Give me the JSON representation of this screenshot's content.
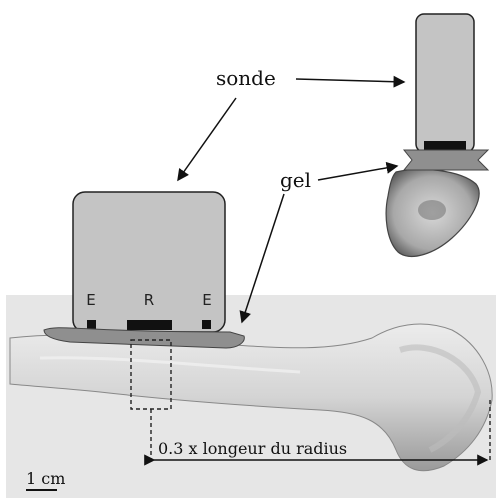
{
  "labels": {
    "sonde": "sonde",
    "gel": "gel",
    "emitter_left": "E",
    "receiver": "R",
    "emitter_right": "E",
    "scale_bar": "1 cm",
    "measure": "0.3 x longeur du radius"
  },
  "colors": {
    "probe_fill": "#c4c4c4",
    "probe_stroke": "#222222",
    "gel_fill": "#8f8f8f",
    "bone_fill": "#d9d9d9",
    "background_photo": "#e6e6e6"
  }
}
